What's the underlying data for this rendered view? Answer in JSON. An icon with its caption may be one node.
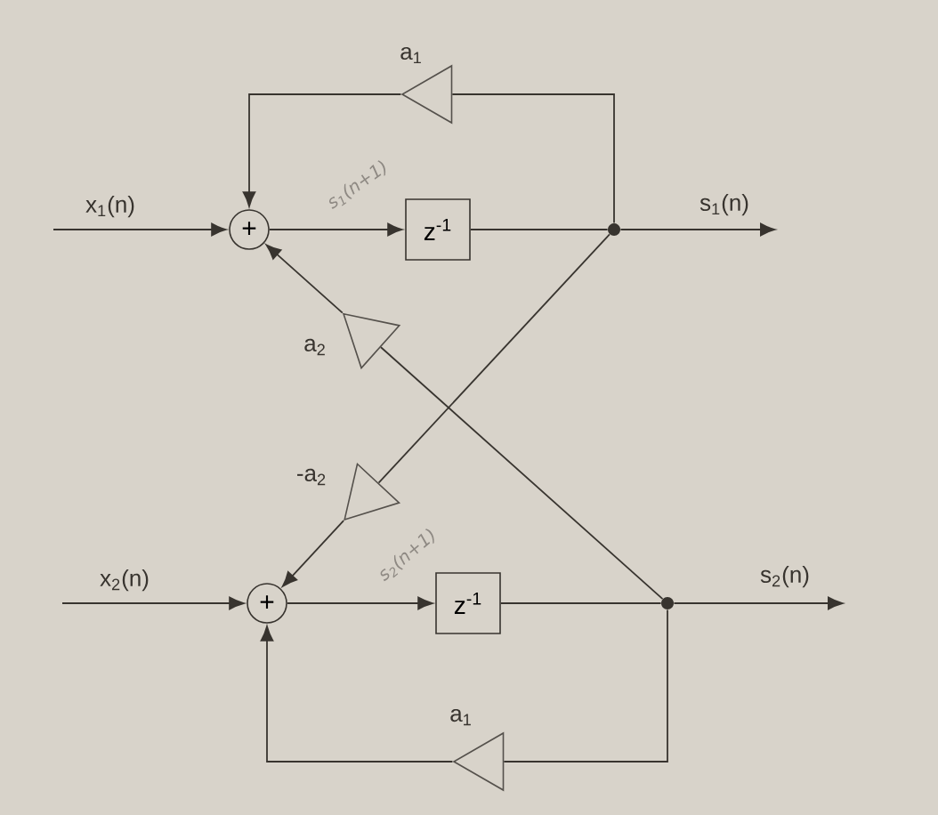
{
  "diagram": {
    "nodes": [
      {
        "text": [],
        "shape": "triangle",
        "beside": [
          "a$_{1}$"
        ]
      },
      {
        "text": [
          "+"
        ]
      },
      {
        "text": [
          "z$^{-1}$"
        ]
      },
      {
        "text": [],
        "shape": "dot"
      },
      {
        "text": [],
        "shape": "triangle",
        "beside": [
          "a$_{2}$"
        ]
      },
      {
        "text": [],
        "shape": "triangle",
        "beside": [
          "-a$_{2}$"
        ]
      },
      {
        "text": [
          "+"
        ]
      },
      {
        "text": [
          "z$^{-1}$"
        ]
      },
      {
        "text": [],
        "shape": "dot"
      },
      {
        "text": [],
        "shape": "triangle",
        "beside": [
          "a$_{1}$"
        ]
      }
    ],
    "edges": [
      {
        "from": null,
        "to": 1,
        "arrow": "to",
        "label": "x$_{1}$(n)"
      },
      {
        "from": 1,
        "to": 2,
        "arrow": "to",
        "label": "s$_{1}$(n+1)"
      },
      {
        "from": 2,
        "to": 3,
        "arrow": "none"
      },
      {
        "from": 3,
        "to": null,
        "arrow": "to",
        "label": "s$_{1}$(n)"
      },
      {
        "from": 3,
        "to": 0,
        "arrow": "none"
      },
      {
        "from": 0,
        "to": 1,
        "arrow": "to"
      },
      {
        "from": 8,
        "to": 4,
        "arrow": "none"
      },
      {
        "from": 4,
        "to": 1,
        "arrow": "to"
      },
      {
        "from": 3,
        "to": 5,
        "arrow": "none"
      },
      {
        "from": 5,
        "to": 6,
        "arrow": "to"
      },
      {
        "from": null,
        "to": 6,
        "arrow": "to",
        "label": "x$_{2}$(n)"
      },
      {
        "from": 6,
        "to": 7,
        "arrow": "to",
        "label": "s$_{2}$(n+1)"
      },
      {
        "from": 7,
        "to": 8,
        "arrow": "none"
      },
      {
        "from": 8,
        "to": null,
        "arrow": "to",
        "label": "s$_{2}$(n)"
      },
      {
        "from": 8,
        "to": 9,
        "arrow": "none"
      },
      {
        "from": 9,
        "to": 6,
        "arrow": "to"
      }
    ]
  }
}
